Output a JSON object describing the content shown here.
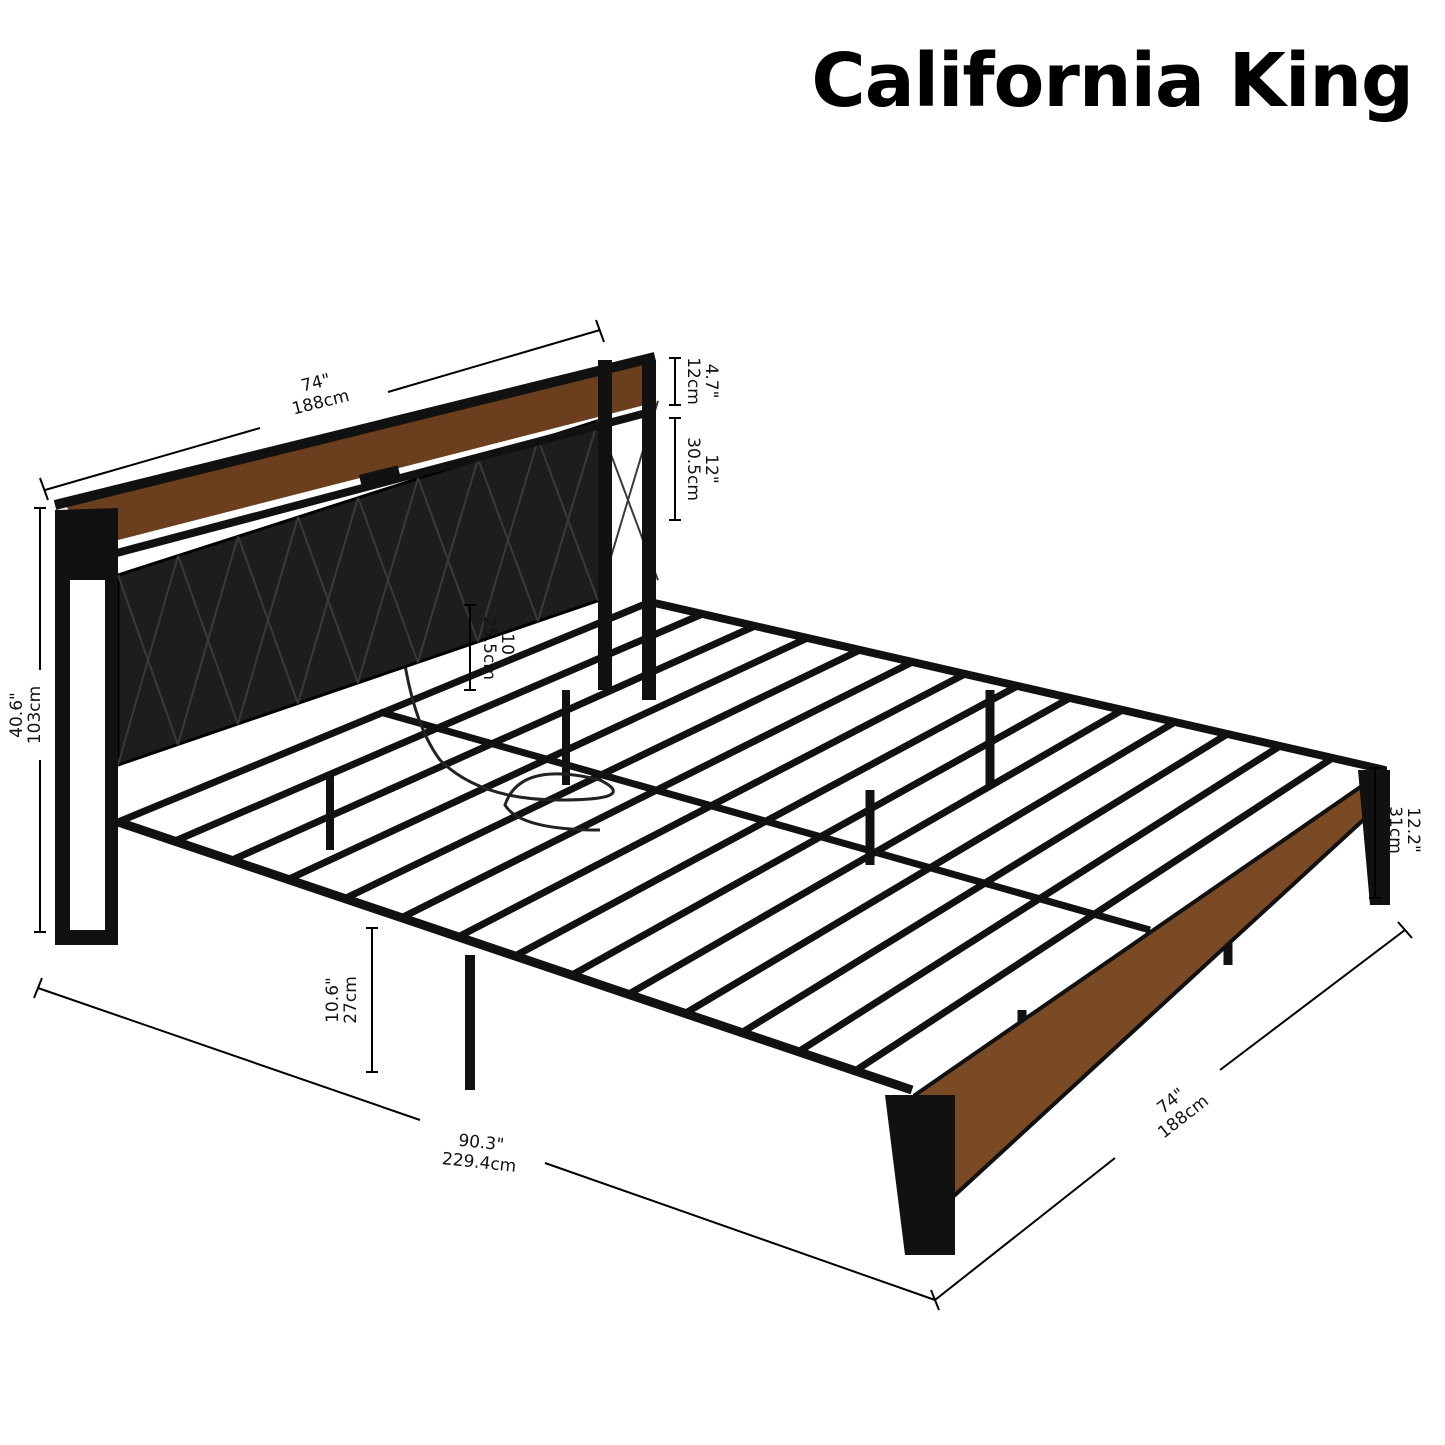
{
  "title": "California King",
  "colors": {
    "frame": "#111111",
    "wood": "#7a4a25",
    "upholstery": "#1f1f1f",
    "dimension_line": "#000000"
  },
  "dimensions": {
    "headboard_width": {
      "in": "74\"",
      "cm": "188cm"
    },
    "shelf_height": {
      "in": "4.7\"",
      "cm": "12cm"
    },
    "panel_height": {
      "in": "12\"",
      "cm": "30.5cm"
    },
    "panel_clearance": {
      "in": "10\"",
      "cm": "25.5cm"
    },
    "total_height": {
      "in": "40.6\"",
      "cm": "103cm"
    },
    "footboard_height": {
      "in": "12.2\"",
      "cm": "31cm"
    },
    "under_bed_clearance": {
      "in": "10.6\"",
      "cm": "27cm"
    },
    "length": {
      "in": "90.3\"",
      "cm": "229.4cm"
    },
    "foot_width": {
      "in": "74\"",
      "cm": "188cm"
    }
  }
}
